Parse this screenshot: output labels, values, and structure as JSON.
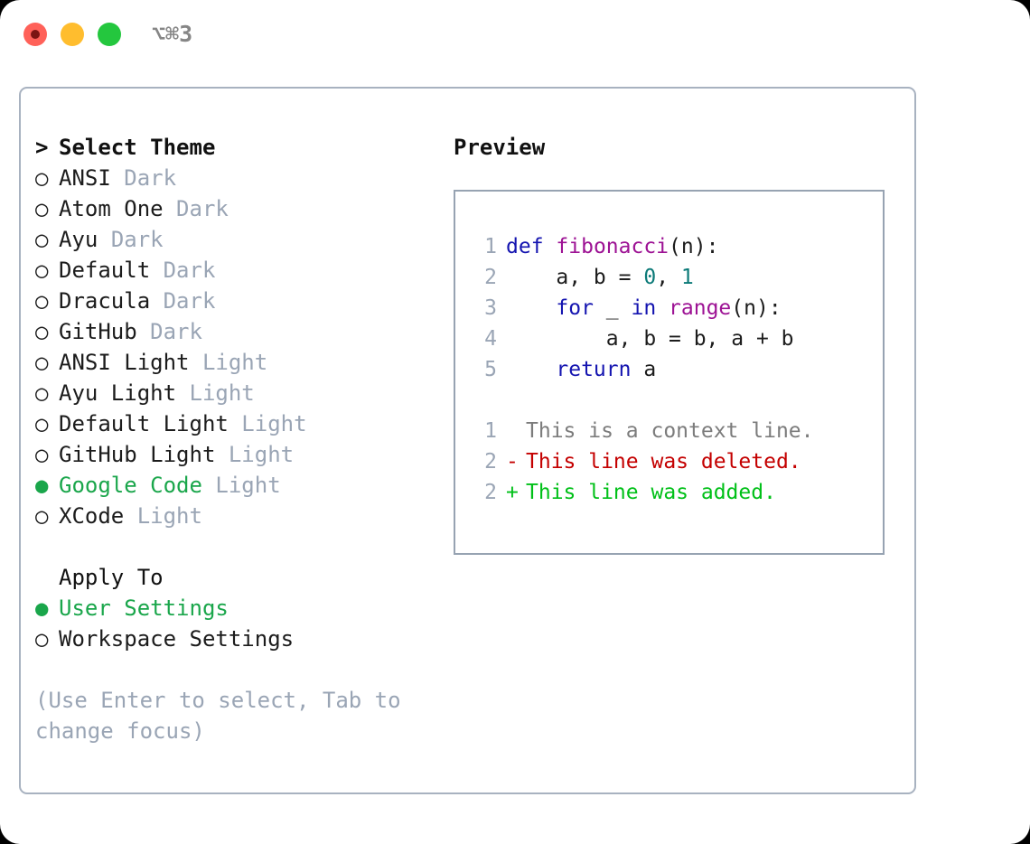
{
  "window": {
    "traffic_lights": [
      {
        "name": "close",
        "color": "#ff6159"
      },
      {
        "name": "minimize",
        "color": "#ffbd2e"
      },
      {
        "name": "zoom",
        "color": "#24c73e"
      }
    ],
    "shortcut_label": "⌥⌘3"
  },
  "theme_picker": {
    "header": "Select Theme",
    "caret": ">",
    "bullet_selected": "●",
    "bullet_unselected": "○",
    "items": [
      {
        "name": "ANSI",
        "tag": "Dark",
        "selected": false
      },
      {
        "name": "Atom One",
        "tag": "Dark",
        "selected": false
      },
      {
        "name": "Ayu",
        "tag": "Dark",
        "selected": false
      },
      {
        "name": "Default",
        "tag": "Dark",
        "selected": false
      },
      {
        "name": "Dracula",
        "tag": "Dark",
        "selected": false
      },
      {
        "name": "GitHub",
        "tag": "Dark",
        "selected": false
      },
      {
        "name": "ANSI Light",
        "tag": "Light",
        "selected": false
      },
      {
        "name": "Ayu Light",
        "tag": "Light",
        "selected": false
      },
      {
        "name": "Default Light",
        "tag": "Light",
        "selected": false
      },
      {
        "name": "GitHub Light",
        "tag": "Light",
        "selected": false
      },
      {
        "name": "Google Code",
        "tag": "Light",
        "selected": true
      },
      {
        "name": "XCode",
        "tag": "Light",
        "selected": false
      }
    ]
  },
  "apply_to": {
    "header": "Apply To",
    "items": [
      {
        "name": "User Settings",
        "selected": true
      },
      {
        "name": "Workspace Settings",
        "selected": false
      }
    ]
  },
  "hint": "(Use Enter to select, Tab to change focus)",
  "preview": {
    "title": "Preview",
    "code_lines": [
      {
        "ln": "1",
        "tokens": [
          {
            "t": "def",
            "c": "kw"
          },
          {
            "t": " ",
            "c": "pl"
          },
          {
            "t": "fibonacci",
            "c": "fn"
          },
          {
            "t": "(n):",
            "c": "pl"
          }
        ]
      },
      {
        "ln": "2",
        "tokens": [
          {
            "t": "    a, b = ",
            "c": "pl"
          },
          {
            "t": "0",
            "c": "num"
          },
          {
            "t": ", ",
            "c": "pl"
          },
          {
            "t": "1",
            "c": "num"
          }
        ]
      },
      {
        "ln": "3",
        "tokens": [
          {
            "t": "    ",
            "c": "pl"
          },
          {
            "t": "for",
            "c": "kw"
          },
          {
            "t": " _ ",
            "c": "pl"
          },
          {
            "t": "in",
            "c": "kw"
          },
          {
            "t": " ",
            "c": "pl"
          },
          {
            "t": "range",
            "c": "fn"
          },
          {
            "t": "(n):",
            "c": "pl"
          }
        ]
      },
      {
        "ln": "4",
        "tokens": [
          {
            "t": "        a, b = b, a + b",
            "c": "pl"
          }
        ]
      },
      {
        "ln": "5",
        "tokens": [
          {
            "t": "    ",
            "c": "pl"
          },
          {
            "t": "return",
            "c": "kw"
          },
          {
            "t": " a",
            "c": "pl"
          }
        ]
      }
    ],
    "diff_lines": [
      {
        "ln": "1",
        "sign": " ",
        "text": "This is a context line.",
        "kind": "ctx"
      },
      {
        "ln": "2",
        "sign": "-",
        "text": "This line was deleted.",
        "kind": "del"
      },
      {
        "ln": "2",
        "sign": "+",
        "text": "This line was added.",
        "kind": "add"
      }
    ]
  },
  "colors": {
    "accent_green": "#1aa64b",
    "muted": "#9aa5b5",
    "border": "#a8b2c0",
    "keyword": "#1414b0",
    "function": "#9d1294",
    "number": "#0c7a78",
    "diff_delete": "#c40000",
    "diff_add": "#00c018"
  }
}
